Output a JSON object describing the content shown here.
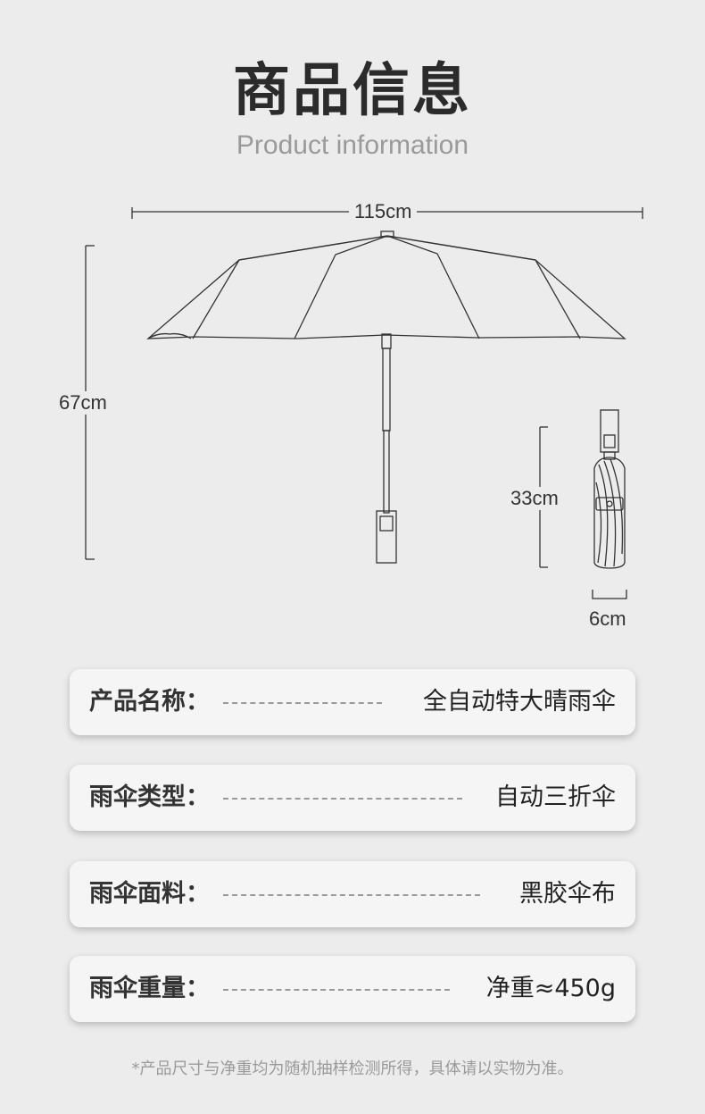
{
  "header": {
    "title": "商品信息",
    "subtitle": "Product information"
  },
  "dimensions": {
    "open_width": "115cm",
    "open_height": "67cm",
    "folded_length": "33cm",
    "folded_width": "6cm"
  },
  "specs": [
    {
      "label": "产品名称：",
      "value": "全自动特大晴雨伞"
    },
    {
      "label": "雨伞类型：",
      "value": "自动三折伞"
    },
    {
      "label": "雨伞面料：",
      "value": "黑胶伞布"
    },
    {
      "label": "雨伞重量：",
      "value": "净重≈450g"
    }
  ],
  "footnote": "*产品尺寸与净重均为随机抽样检测所得，具体请以实物为准。"
}
